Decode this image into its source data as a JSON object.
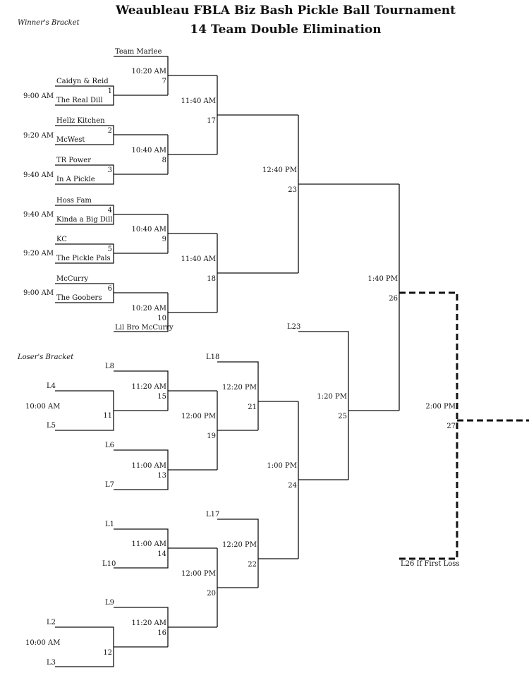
{
  "title_line1": "Weaubleau FBLA Biz Bash Pickle Ball Tournament",
  "title_line2": "14 Team Double Elimination",
  "winners_bracket_label": "Winner's Bracket",
  "losers_bracket_label": "Loser's Bracket",
  "teams": {
    "team_marlee": "Team Marlee",
    "caidyn_reid": "Caidyn & Reid",
    "the_real_dill": "The Real Dill",
    "hellz_kitchen": "Hellz Kitchen",
    "mcwest": "McWest",
    "tr_power": "TR Power",
    "in_a_pickle": "In A Pickle",
    "hoss_fam": "Hoss Fam",
    "kinda_big_dill": "Kinda a Big Dill",
    "kc": "KC",
    "pickle_pals": "The Pickle Pals",
    "mccurry": "McCurry",
    "goobers": "The Goobers",
    "lil_bro_mccurry": "Lil Bro McCurry"
  },
  "loser_slots": {
    "l1": "L1",
    "l2": "L2",
    "l3": "L3",
    "l4": "L4",
    "l5": "L5",
    "l6": "L6",
    "l7": "L7",
    "l8": "L8",
    "l9": "L9",
    "l10": "L10",
    "l17": "L17",
    "l18": "L18",
    "l23": "L23",
    "l26_if_first_loss": "L26 If First Loss"
  },
  "games": {
    "g1": "1",
    "g2": "2",
    "g3": "3",
    "g4": "4",
    "g5": "5",
    "g6": "6",
    "g7": "7",
    "g8": "8",
    "g9": "9",
    "g10": "10",
    "g11": "11",
    "g12": "12",
    "g13": "13",
    "g14": "14",
    "g15": "15",
    "g16": "16",
    "g17": "17",
    "g18": "18",
    "g19": "19",
    "g20": "20",
    "g21": "21",
    "g22": "22",
    "g23": "23",
    "g24": "24",
    "g25": "25",
    "g26": "26",
    "g27": "27"
  },
  "times": {
    "t_900": "9:00 AM",
    "t_920": "9:20 AM",
    "t_940": "9:40 AM",
    "t_1000": "10:00 AM",
    "t_1020": "10:20 AM",
    "t_1040": "10:40 AM",
    "t_1100": "11:00 AM",
    "t_1120": "11:20 AM",
    "t_1140": "11:40 AM",
    "t_1200": "12:00 PM",
    "t_1220": "12:20 PM",
    "t_1240": "12:40 PM",
    "t_100": "1:00 PM",
    "t_120": "1:20 PM",
    "t_140": "1:40 PM",
    "t_200": "2:00 PM"
  }
}
